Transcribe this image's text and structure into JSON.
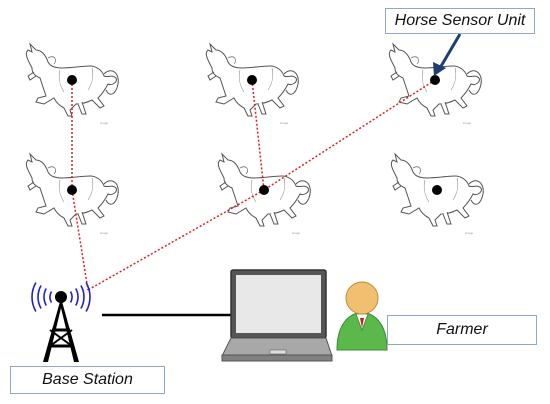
{
  "labels": {
    "horse_sensor_unit": "Horse Sensor Unit",
    "base_station": "Base Station",
    "farmer": "Farmer"
  },
  "colors": {
    "radio_link": "#e02020",
    "sensor_dot": "#000000",
    "radio_waves": "#2020c8",
    "pointer_arrow": "#1f3d6e",
    "wired_link": "#000000",
    "farmer_shirt": "#5bb84a",
    "farmer_head": "#f0c070"
  },
  "horses": [
    {
      "id": "r1c1",
      "has_sensor": true
    },
    {
      "id": "r1c2",
      "has_sensor": true
    },
    {
      "id": "r1c3",
      "has_sensor": true
    },
    {
      "id": "r2c1",
      "has_sensor": true
    },
    {
      "id": "r2c2",
      "has_sensor": true
    },
    {
      "id": "r2c3",
      "has_sensor": true
    }
  ],
  "icons": [
    "horse-icon",
    "radio-tower-icon",
    "laptop-icon",
    "farmer-icon"
  ]
}
